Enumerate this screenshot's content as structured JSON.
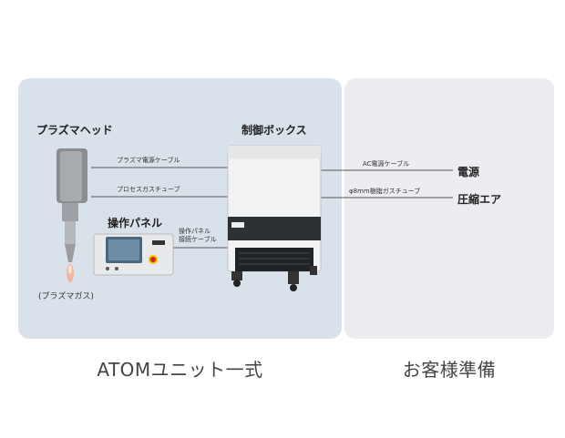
{
  "labels": {
    "plasma_head": "プラズマヘッド",
    "control_box": "制御ボックス",
    "operation_panel": "操作パネル",
    "plasma_gas": "(プラズマガス)",
    "power": "電源",
    "compressed_air": "圧縮エア"
  },
  "cables": {
    "plasma_power_cable": "プラズマ電源ケーブル",
    "process_gas_tube": "プロセスガスチューブ",
    "panel_cable_line1": "操作パネル",
    "panel_cable_line2": "接続ケーブル",
    "ac_cable": "AC電源ケーブル",
    "resin_gas_tube": "φ8mm樹脂ガスチューブ"
  },
  "captions": {
    "atom_unit": "ATOMユニット一式",
    "customer": "お客様準備"
  },
  "colors": {
    "left_panel": "#d9e2eb",
    "right_panel": "#ebedf0",
    "line": "#555555"
  }
}
